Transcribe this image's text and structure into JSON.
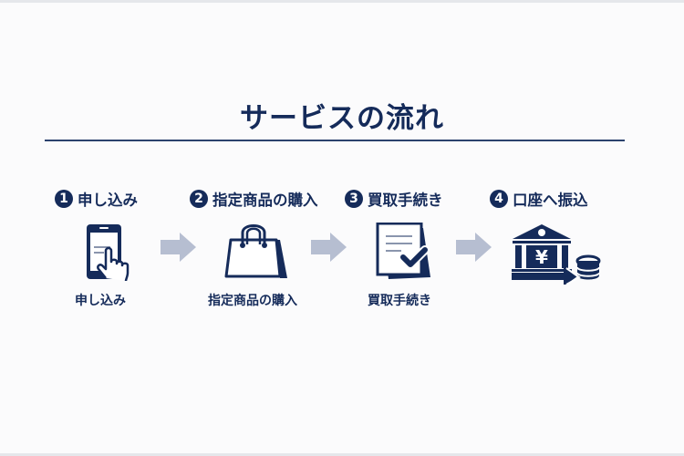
{
  "title": "サービスの流れ",
  "colors": {
    "primary": "#152b5a",
    "rule": "#2b426e",
    "arrow": "#b6bed1",
    "background": "#fbfbfc"
  },
  "steps": [
    {
      "number": "1",
      "heading": "申し込み",
      "caption": "申し込み",
      "icon": "smartphone-tap-icon"
    },
    {
      "number": "2",
      "heading": "指定商品の購入",
      "caption": "指定商品の購入",
      "icon": "shopping-bag-icon"
    },
    {
      "number": "3",
      "heading": "買取手続き",
      "caption": "買取手続き",
      "icon": "document-check-icon"
    },
    {
      "number": "4",
      "heading": "口座へ振込",
      "caption": "",
      "icon": "bank-transfer-icon"
    }
  ],
  "arrows": [
    "arrow-right-icon",
    "arrow-right-icon",
    "arrow-right-icon"
  ],
  "bank_icon": {
    "symbol": "¥"
  }
}
